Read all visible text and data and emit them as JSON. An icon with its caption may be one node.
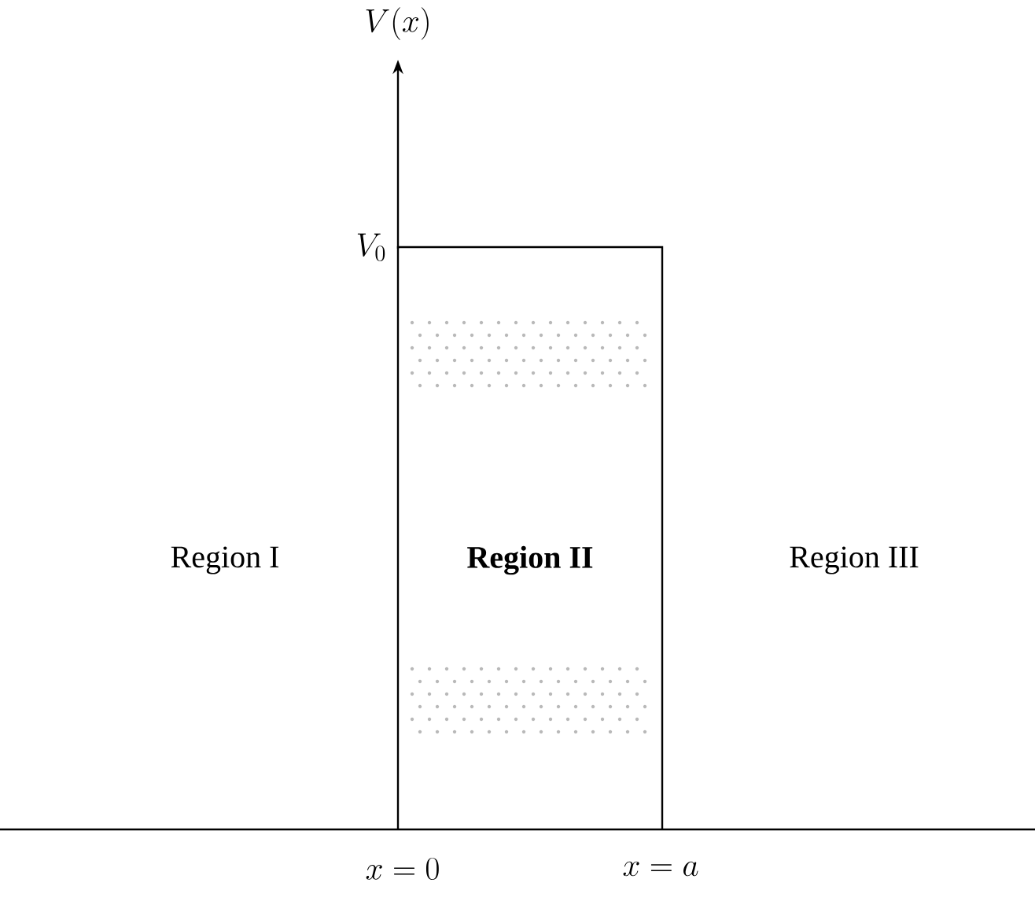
{
  "diagram": {
    "nodes": [
      {
        "text": [
          "Region II"
        ]
      }
    ],
    "edges": [],
    "labels": [
      "V(x)",
      "V_0",
      "Region I",
      "Region III",
      "x = 0",
      "x = a"
    ]
  }
}
